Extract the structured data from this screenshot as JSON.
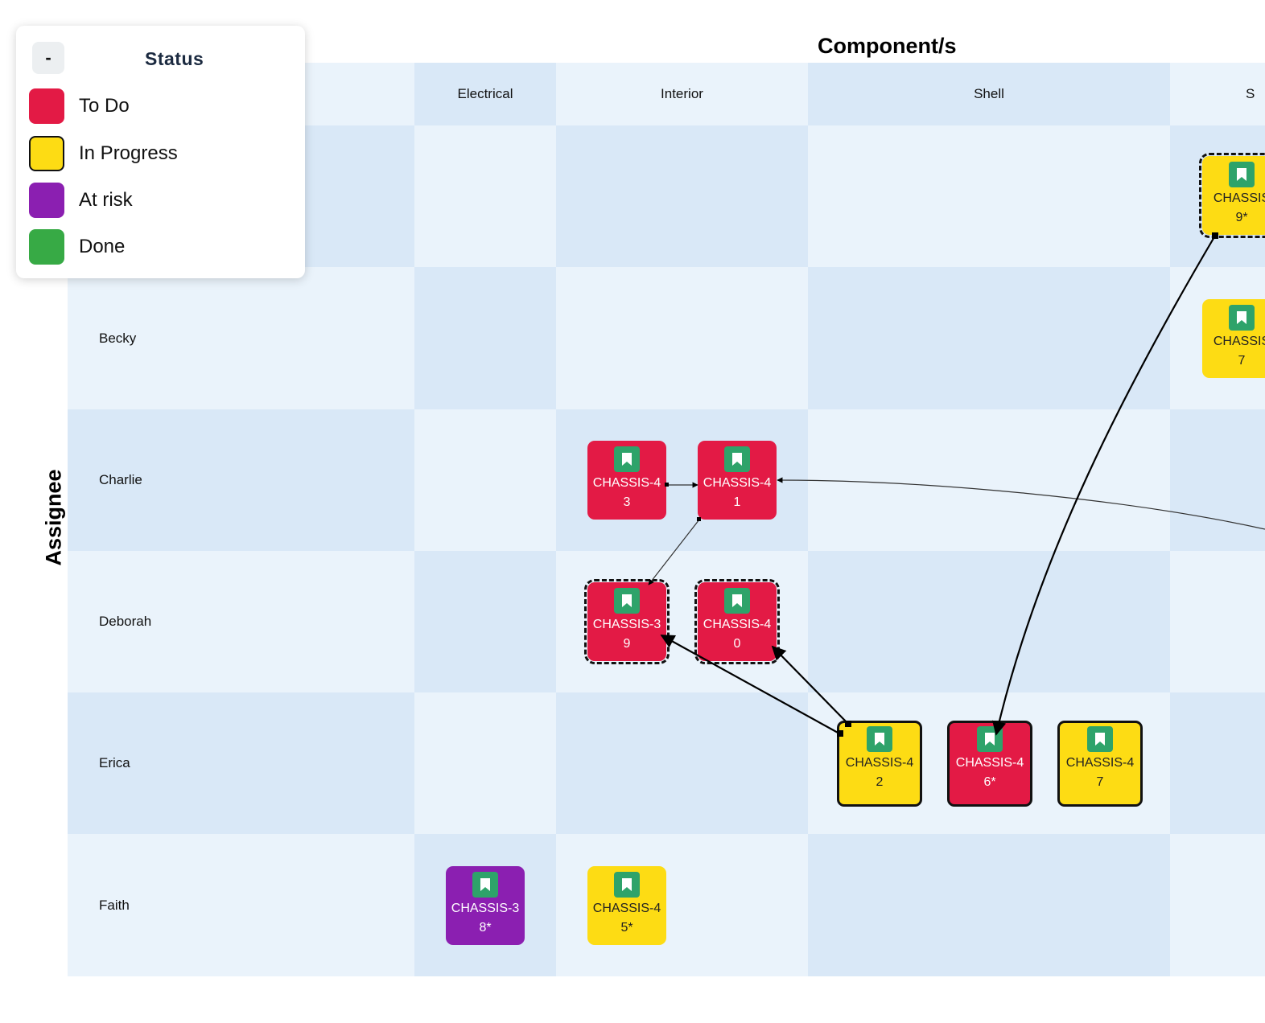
{
  "legend": {
    "collapse_label": "-",
    "title": "Status",
    "items": [
      {
        "label": "To Do",
        "color": "#e31a45"
      },
      {
        "label": "In Progress",
        "color": "#fddc14"
      },
      {
        "label": "At risk",
        "color": "#8b1fb1"
      },
      {
        "label": "Done",
        "color": "#37aa45"
      }
    ]
  },
  "axes": {
    "columns_title": "Component/s",
    "rows_title": "Assignee"
  },
  "columns": [
    "Electrical",
    "Interior",
    "Shell",
    "S"
  ],
  "rows": [
    "",
    "Becky",
    "Charlie",
    "Deborah",
    "Erica",
    "Faith"
  ],
  "cards": {
    "c39top": {
      "key": "CHASSIS",
      "num": "9*",
      "status": "In Progress"
    },
    "c37": {
      "key": "CHASSIS",
      "num": "7",
      "status": "In Progress"
    },
    "c43": {
      "key": "CHASSIS-4",
      "num": "3",
      "status": "To Do"
    },
    "c41": {
      "key": "CHASSIS-4",
      "num": "1",
      "status": "To Do"
    },
    "c39": {
      "key": "CHASSIS-3",
      "num": "9",
      "status": "To Do"
    },
    "c40": {
      "key": "CHASSIS-4",
      "num": "0",
      "status": "To Do"
    },
    "c42": {
      "key": "CHASSIS-4",
      "num": "2",
      "status": "In Progress"
    },
    "c46": {
      "key": "CHASSIS-4",
      "num": "6*",
      "status": "To Do"
    },
    "c47": {
      "key": "CHASSIS-4",
      "num": "7",
      "status": "In Progress"
    },
    "c38": {
      "key": "CHASSIS-3",
      "num": "8*",
      "status": "At risk"
    },
    "c45": {
      "key": "CHASSIS-4",
      "num": "5*",
      "status": "In Progress"
    }
  }
}
